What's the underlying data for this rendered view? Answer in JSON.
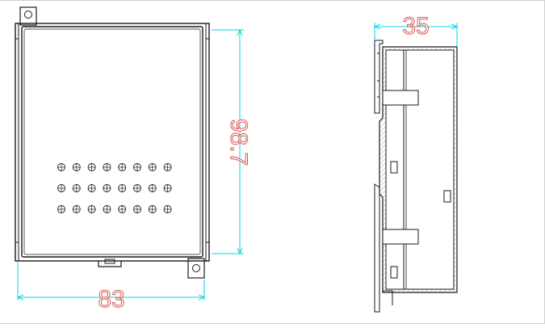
{
  "drawing": {
    "front_view": {
      "width_dimension": "83",
      "height_dimension": "98.7",
      "led_grid": {
        "rows": 3,
        "columns": 8
      }
    },
    "side_view": {
      "depth_dimension": "35"
    }
  },
  "colors": {
    "outline": "#1a1a1a",
    "dimension": "#00d6e6",
    "dimension_text": "#d9534f",
    "hatch": "#7fbf7f",
    "background": "#ffffff"
  }
}
